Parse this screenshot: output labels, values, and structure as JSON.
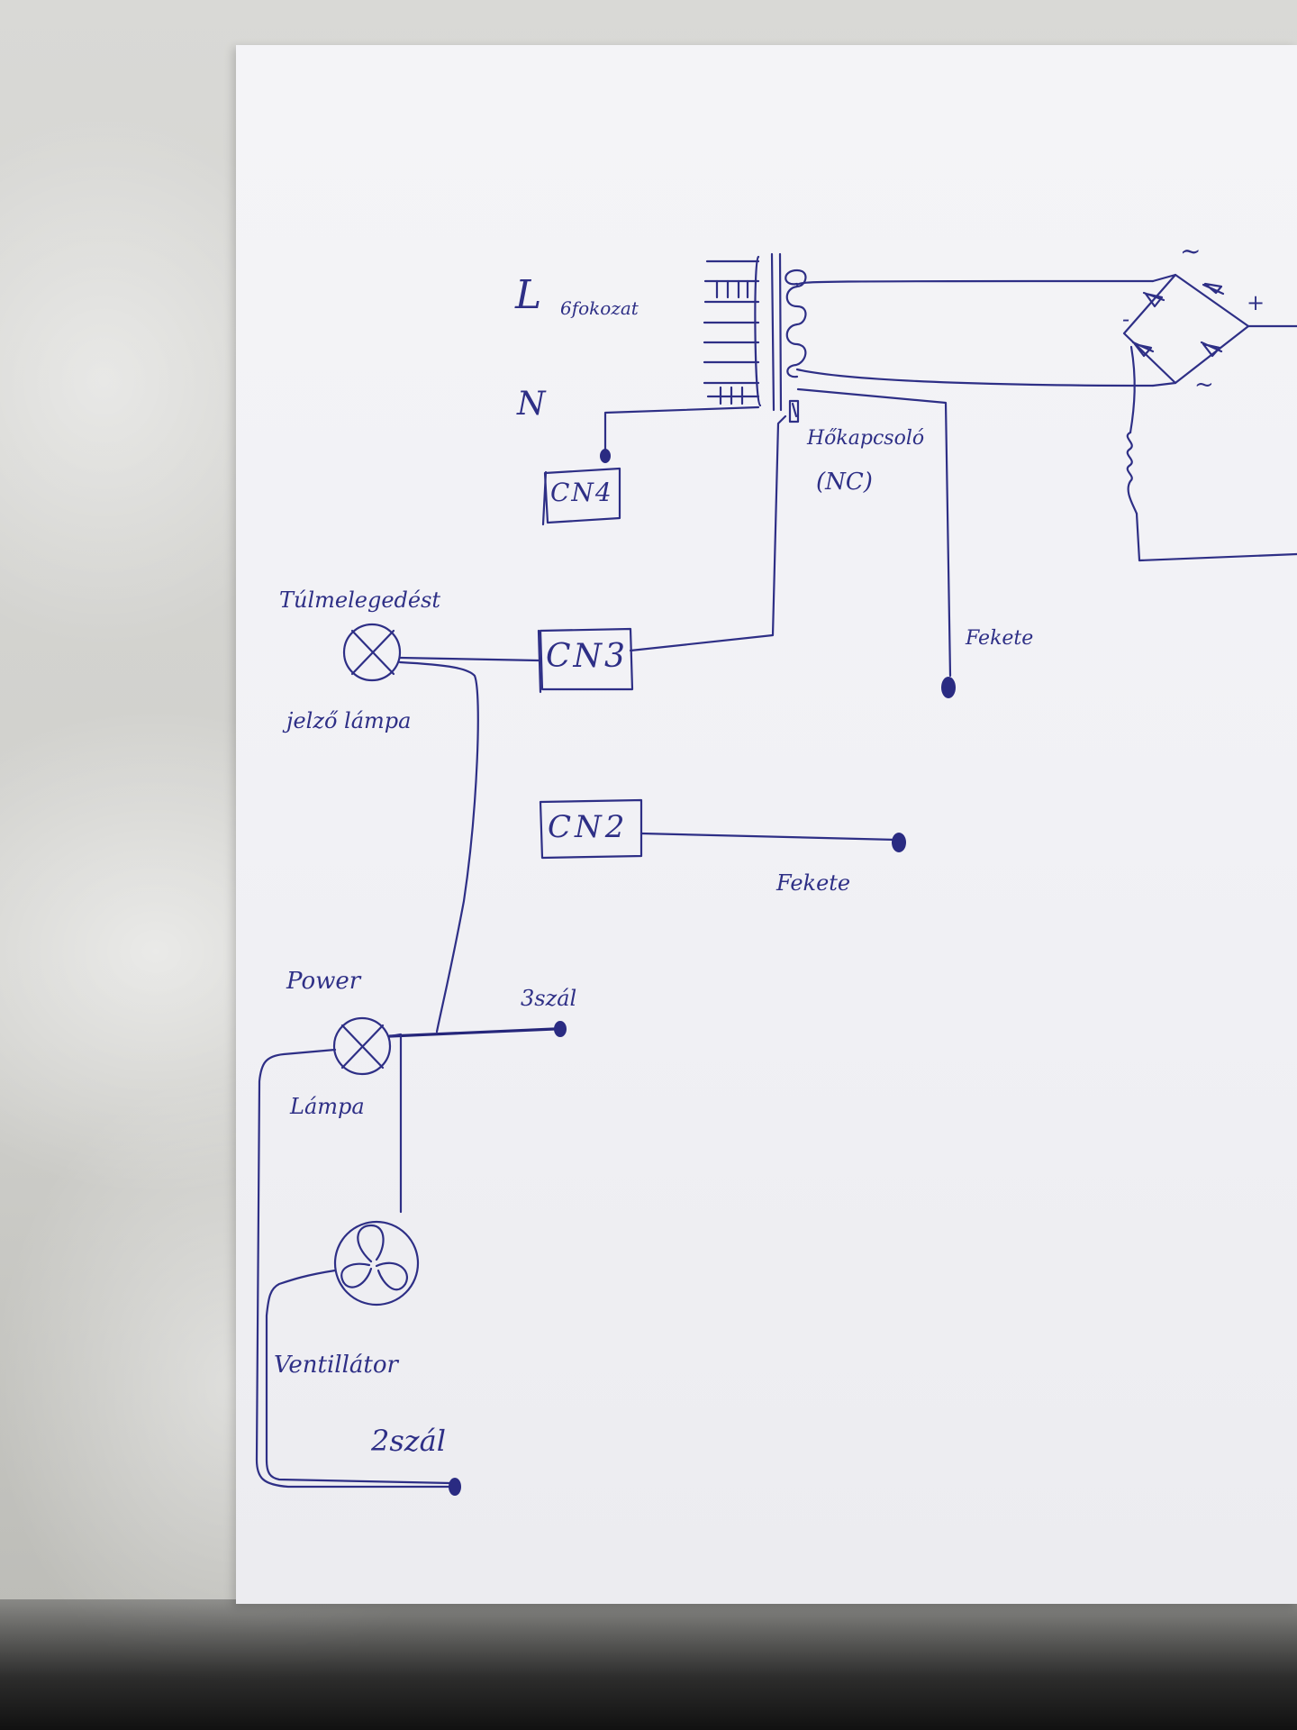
{
  "labels": {
    "transformer_L": "L",
    "transformer_primary": "6fokozat",
    "transformer_N": "N",
    "thermal_switch": "Hőkapcsoló",
    "thermal_switch_nc": "(NC)",
    "cn4": "CN4",
    "cn3": "CN3",
    "cn2": "CN2",
    "black_wire_1": "Fekete",
    "black_wire_2": "Fekete",
    "overheat_lamp_line1": "Túlmelegedést",
    "overheat_lamp_line2": "jelző lámpa",
    "power_lamp_line1": "Power",
    "power_lamp_line2": "Lámpa",
    "three_wire": "3szál",
    "fan": "Ventillátor",
    "two_wire": "2szál",
    "rectifier_ac_top": "~",
    "rectifier_ac_bottom": "~",
    "rectifier_plus": "+",
    "rectifier_minus": "-"
  },
  "colors": {
    "ink": "#2e2f86",
    "paper": "#f2f2f6",
    "background": "#cfcfcc"
  }
}
